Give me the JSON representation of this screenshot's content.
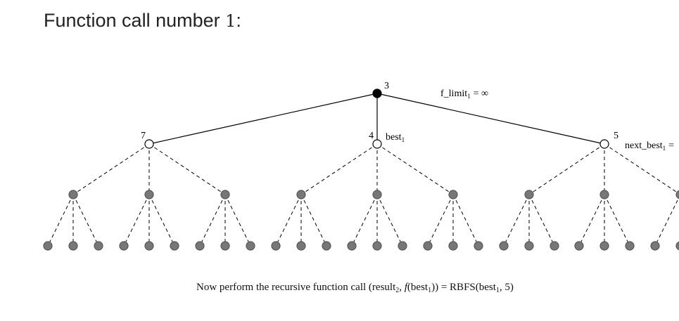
{
  "title": {
    "prefix": "Function call number ",
    "number": "1",
    "suffix": ":"
  },
  "tree": {
    "root": {
      "value": "3"
    },
    "children": [
      {
        "value": "7"
      },
      {
        "value": "4"
      },
      {
        "value": "5"
      }
    ],
    "annotations": {
      "f_limit_text": "f_limit",
      "f_limit_sub": "1",
      "f_limit_value": "= ∞",
      "best_text": "best",
      "best_sub": "1",
      "next_best_text": "next_best",
      "next_best_sub": "1",
      "next_best_value": "="
    },
    "colors": {
      "root_fill": "#000000",
      "child_fill": "#ffffff",
      "unexpanded_fill": "#777777",
      "edge": "#000000"
    }
  },
  "caption": {
    "lead": "Now perform the recursive function call ",
    "result": "result",
    "result_sub": "2",
    "f": "f",
    "best": "best",
    "best_sub": "1",
    "equals": "= RBFS(",
    "arg_best": "best",
    "arg_best_sub": "1",
    "arg_value": ", 5)"
  }
}
